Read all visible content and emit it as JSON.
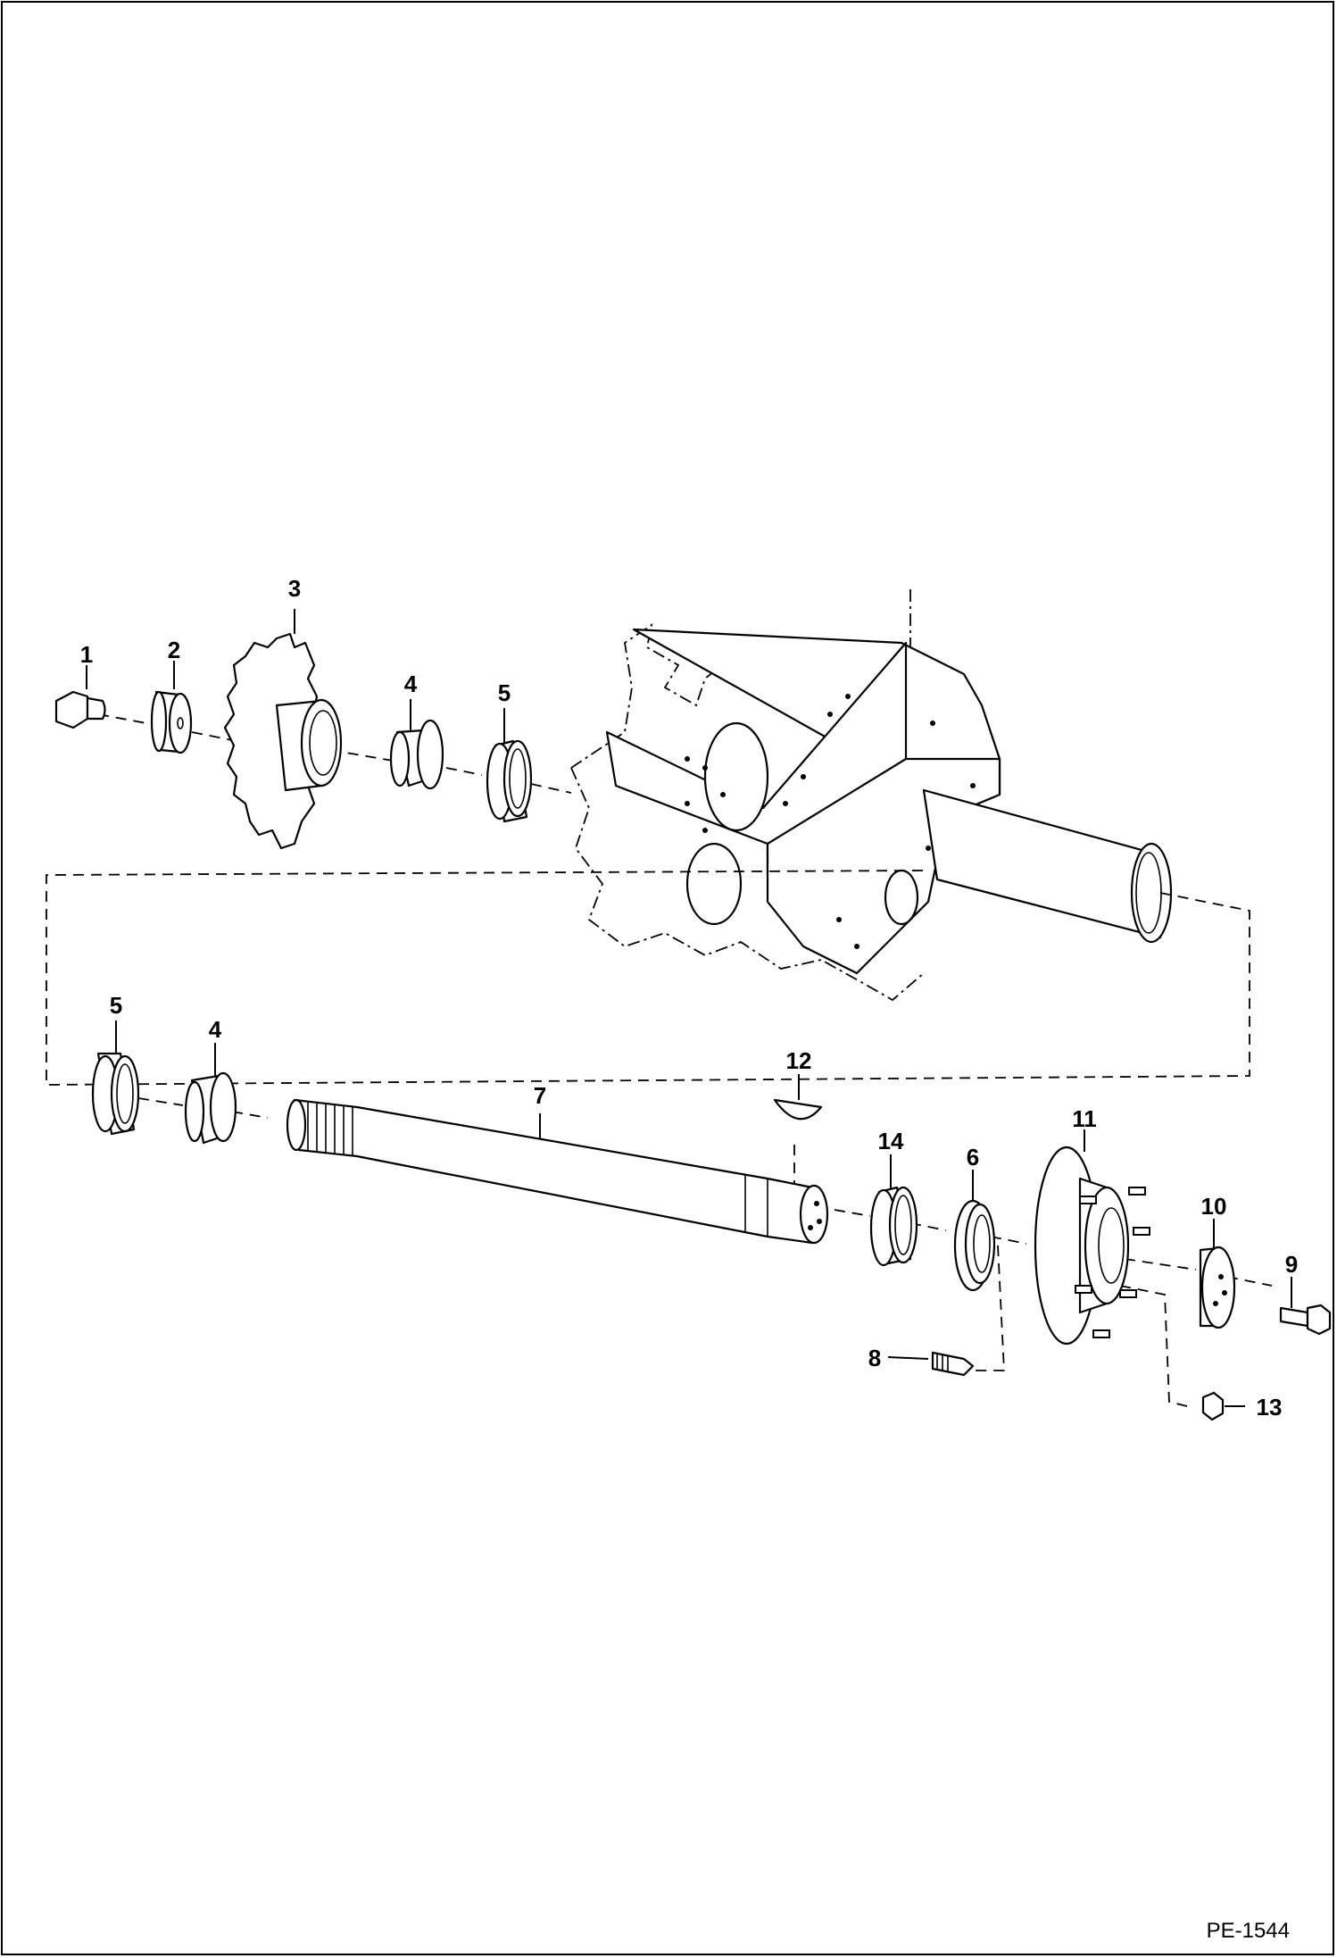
{
  "figure_ref": "PE-1544",
  "callouts": [
    "1",
    "2",
    "3",
    "4",
    "5",
    "5",
    "4",
    "7",
    "12",
    "14",
    "6",
    "11",
    "10",
    "9",
    "8",
    "13"
  ]
}
